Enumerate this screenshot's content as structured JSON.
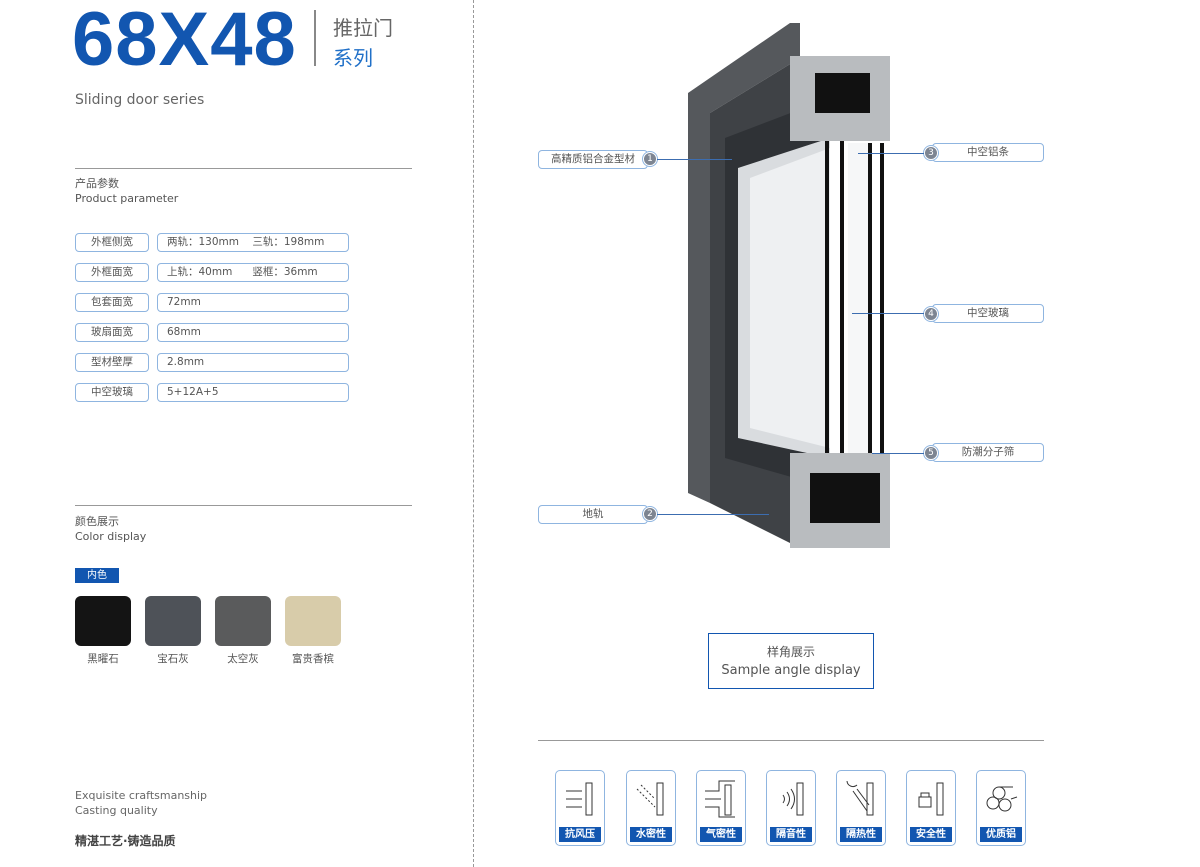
{
  "header": {
    "model": "68X48",
    "title_cn_1": "推拉门",
    "title_cn_2": "系列",
    "subtitle": "Sliding door series"
  },
  "params": {
    "heading_cn": "产品参数",
    "heading_en": "Product parameter",
    "rows": [
      {
        "label": "外框侧宽",
        "value": "两轨：130mm    三轨：198mm"
      },
      {
        "label": "外框面宽",
        "value": "上轨：40mm      竖框：36mm"
      },
      {
        "label": "包套面宽",
        "value": "72mm"
      },
      {
        "label": "玻扇面宽",
        "value": "68mm"
      },
      {
        "label": "型材壁厚",
        "value": "2.8mm"
      },
      {
        "label": "中空玻璃",
        "value": "5+12A+5"
      }
    ]
  },
  "colors": {
    "heading_cn": "颜色展示",
    "heading_en": "Color display",
    "badge": "内色",
    "swatches": [
      {
        "name": "黑曜石",
        "color": "#141414"
      },
      {
        "name": "宝石灰",
        "color": "#4e5258"
      },
      {
        "name": "太空灰",
        "color": "#5a5b5c"
      },
      {
        "name": "富贵香槟",
        "color": "#d8ccaa"
      }
    ]
  },
  "footer": {
    "line1": "Exquisite craftsmanship",
    "line2": "Casting quality",
    "slogan": "精湛工艺·铸造品质"
  },
  "callouts": [
    {
      "num": "1",
      "label": "高精质铝合金型材"
    },
    {
      "num": "2",
      "label": "地轨"
    },
    {
      "num": "3",
      "label": "中空铝条"
    },
    {
      "num": "4",
      "label": "中空玻璃"
    },
    {
      "num": "5",
      "label": "防潮分子筛"
    }
  ],
  "sample": {
    "cn": "样角展示",
    "en": "Sample angle display"
  },
  "features": [
    "抗风压",
    "水密性",
    "气密性",
    "隔音性",
    "隔热性",
    "安全性",
    "优质铝"
  ]
}
